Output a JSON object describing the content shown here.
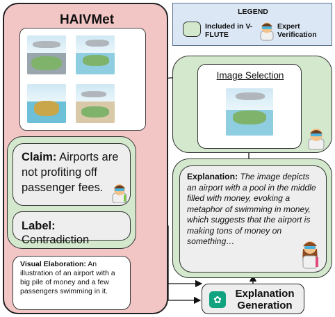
{
  "haivmet": {
    "title": "HAIVMet"
  },
  "legend": {
    "title": "LEGEND",
    "included": "Included in V-FLUTE",
    "expert": "Expert Verification"
  },
  "image_selection": {
    "label": "Image Selection"
  },
  "claim": {
    "label": "Claim:",
    "text": "Airports are not profiting off passenger fees."
  },
  "label_box": {
    "label": "Label:",
    "value": "Contradiction"
  },
  "visual_elaboration": {
    "label": "Visual Elaboration:",
    "text": "An illustration of an airport with a big pile of money and a few passengers swimming in it."
  },
  "explanation": {
    "label": "Explanation:",
    "text": "The image depicts an airport with a pool in the middle filled with money, evoking a metaphor of swimming in money, which suggests that the airport is making tons of money on something…"
  },
  "generation": {
    "label": "Explanation Generation"
  },
  "colors": {
    "haivmet_bg": "#f3c6c6",
    "vflute_green": "#d3e8cc",
    "legend_bg": "#dbe7f5",
    "box_gray": "#eeeeee",
    "openai_green": "#10a37f"
  }
}
